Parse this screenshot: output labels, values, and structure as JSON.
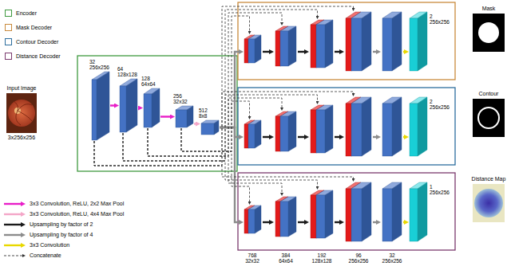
{
  "diagram": {
    "nodes": [
      {
        "text": [
          "Input Image",
          "3x256x256"
        ]
      },
      {
        "text": [
          "32 256x256"
        ]
      },
      {
        "text": [
          "64 128x128"
        ]
      },
      {
        "text": [
          "128 64x64"
        ]
      },
      {
        "text": [
          "256 32x32"
        ]
      },
      {
        "text": [
          "512 8x8"
        ]
      },
      {
        "text": [
          "2 256x256"
        ]
      },
      {
        "text": [
          "Mask"
        ]
      },
      {
        "text": [
          "2 256x256"
        ]
      },
      {
        "text": [
          "Contour"
        ]
      },
      {
        "text": [
          "1 256x256"
        ]
      },
      {
        "text": [
          "Distance Map"
        ]
      }
    ],
    "edges": [
      {
        "from": 1,
        "to": 2,
        "arrow": "to"
      },
      {
        "from": 2,
        "to": 3,
        "arrow": "to"
      },
      {
        "from": 3,
        "to": 4,
        "arrow": "to"
      },
      {
        "from": 4,
        "to": 5,
        "arrow": "to"
      }
    ],
    "labels": [
      "768 32x32",
      "384 64x64",
      "192 128x128",
      "96 256x256",
      "32 256x256"
    ],
    "legend": [
      {
        "text": "Encoder",
        "color": "#3f9a3f"
      },
      {
        "text": "Mask Decoder",
        "color": "#c98a3c"
      },
      {
        "text": "Contour Decoder",
        "color": "#2d6e9e"
      },
      {
        "text": "Distance Decoder",
        "color": "#7b3a6e"
      },
      {
        "text": "3x3 Convolution, ReLU, 2x2 Max Pool"
      },
      {
        "text": "3x3 Convolution, ReLU, 4x4 Max Pool"
      },
      {
        "text": "Upsampling by factor of 2"
      },
      {
        "text": "Upsampling by factor of 4"
      },
      {
        "text": "3x3 Convolution"
      },
      {
        "text": "Concatenate"
      }
    ]
  }
}
